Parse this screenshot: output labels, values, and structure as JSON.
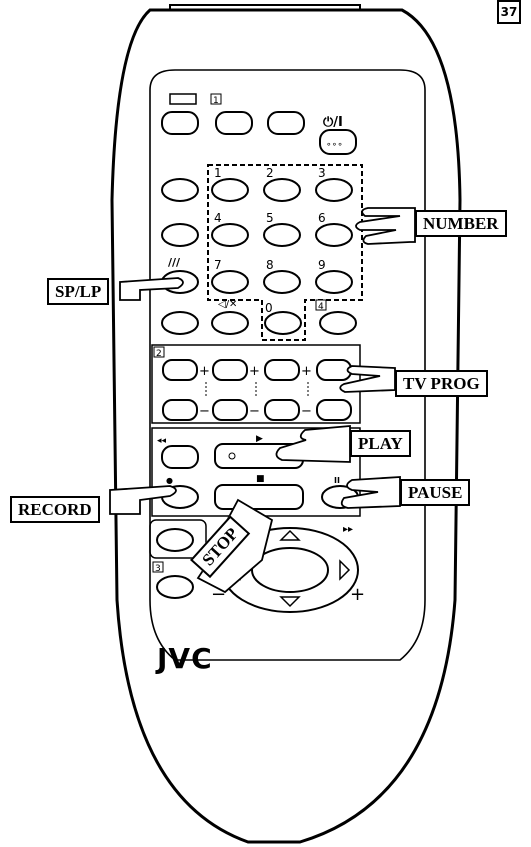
{
  "page_badge": "37",
  "brand": "JVC",
  "callouts": {
    "number": "NUMBER",
    "sp_lp": "SP/LP",
    "tv_prog": "TV PROG",
    "play": "PLAY",
    "record": "RECORD",
    "pause": "PAUSE",
    "stop": "STOP"
  },
  "button_labels": {
    "power": "⏻/I",
    "power_dots": "∘∘∘",
    "boxed_1": "1",
    "boxed_2": "2",
    "boxed_3": "3",
    "boxed_4": "4",
    "digits": [
      "1",
      "2",
      "3",
      "4",
      "5",
      "6",
      "7",
      "8",
      "9",
      "0"
    ],
    "sp_lp_mark": "///",
    "mute": "◁/✕",
    "rewind": "◂◂",
    "play_mark": "▶",
    "stop_mark": "■",
    "pause_mark": "II",
    "ffwd": "▸▸",
    "plus": "+",
    "minus": "−",
    "rec_mark": "●"
  }
}
